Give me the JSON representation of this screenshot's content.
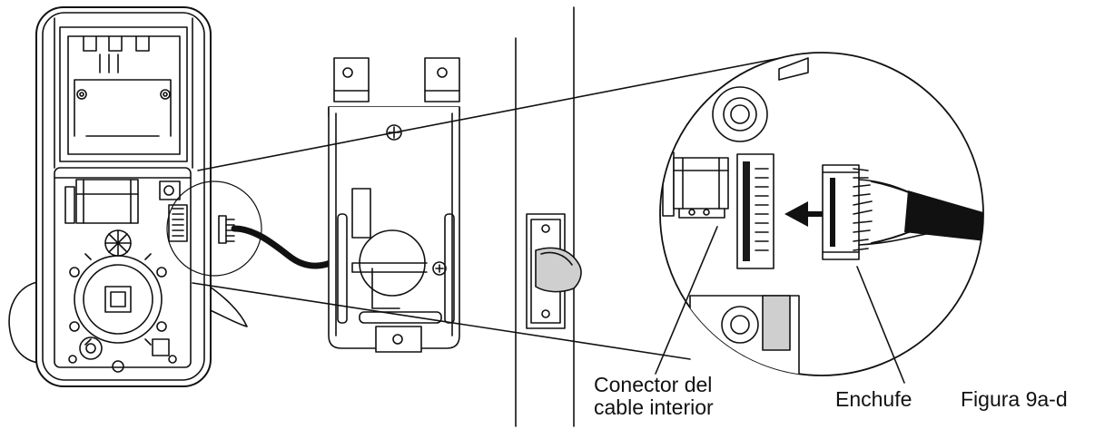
{
  "labels": {
    "connector_line1": "Conector del",
    "connector_line2": "cable interior",
    "plug": "Enchufe",
    "figure": "Figura 9a-d"
  },
  "colors": {
    "stroke": "#111111",
    "fill": "#ffffff",
    "shade": "#cfcfcf",
    "dark": "#1a1a1a"
  }
}
